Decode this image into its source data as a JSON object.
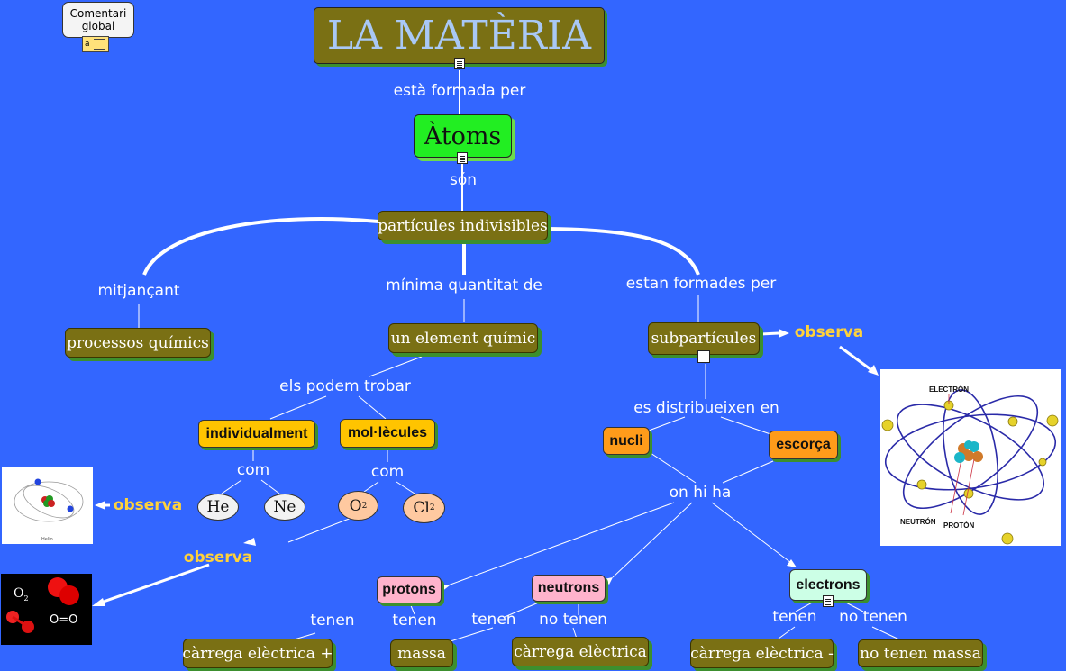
{
  "title": "LA MATÈRIA",
  "comment": {
    "line1": "Comentari",
    "line2": "global"
  },
  "nodes": {
    "atoms": "Àtoms",
    "particles": "partícules indivisibles",
    "processes": "processos químics",
    "element": "un element químic",
    "subparticles": "subpartícules",
    "individually": "individualment",
    "molecules": "mol·lècules",
    "he": "He",
    "ne": "Ne",
    "o2": "O",
    "o2_sub": "2",
    "cl2": "Cl",
    "cl2_sub": "2",
    "nucleus": "nucli",
    "shell": "escorça",
    "protons": "protons",
    "neutrons": "neutrons",
    "electrons": "electrons",
    "charge_pos": "càrrega elèctrica +",
    "mass": "massa",
    "charge": "càrrega elèctrica",
    "charge_neg": "càrrega elèctrica -",
    "no_mass": "no tenen massa"
  },
  "links": {
    "formed_by": "està formada per",
    "are": "són",
    "through": "mitjançant",
    "min_quantity": "mínima quantitat de",
    "made_of": "estan formades per",
    "find_them": "els podem trobar",
    "as1": "com",
    "as2": "com",
    "distributed": "es distribueixen en",
    "there_are": "on hi ha",
    "have1": "tenen",
    "have2": "tenen",
    "have3": "tenen",
    "have4": "tenen",
    "not_have1": "no tenen",
    "not_have2": "no tenen",
    "observe1": "observa",
    "observe2": "observa",
    "observe3": "observa"
  },
  "images": {
    "atom_labels": {
      "electron": "ELECTRÓN",
      "neutron": "NEUTRÓN",
      "proton": "PROTÓN"
    },
    "oxygen": {
      "formula": "O",
      "formula_sub": "2",
      "structure": "O=O"
    },
    "helium": {
      "caption": "Helio"
    }
  },
  "colors": {
    "background": "#3366ff",
    "concept": "#7a7014",
    "yellow_concept": "#ffc400",
    "orange_concept": "#ff9b1a",
    "atoms_concept": "#22ee22",
    "observe_text": "#ffd23a"
  }
}
